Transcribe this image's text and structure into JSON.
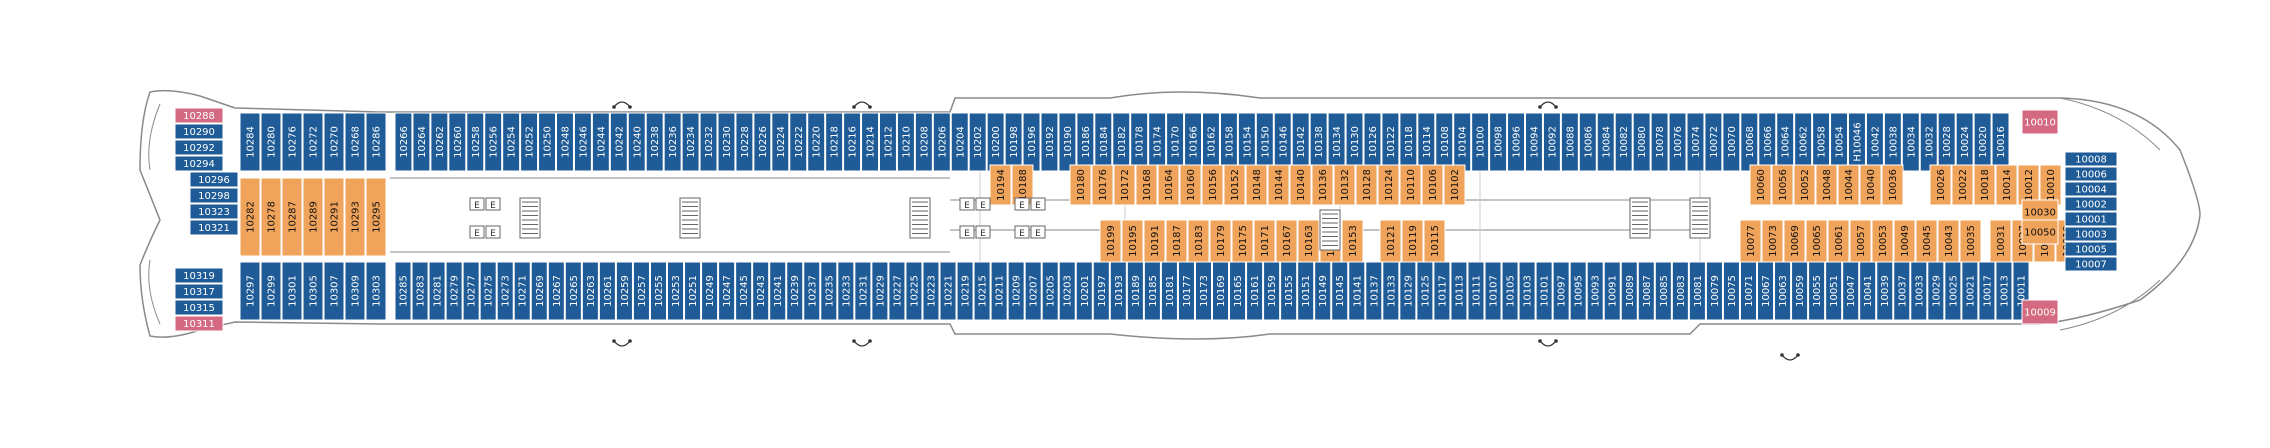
{
  "colors": {
    "hull": "#ffffff",
    "outline": "#8a8a8a",
    "cabin_blue": "#1f5b96",
    "cabin_orange": "#f0a35a",
    "cabin_pink": "#d46a82",
    "stairs": "#666666",
    "arrow": "#333333"
  },
  "icons": [
    "elevator-icon",
    "stairs-icon",
    "assembly-arrow-icon",
    "accessible-cabin-icon"
  ],
  "elevator_label": "E",
  "cabins": {
    "top_outer": [
      "10266",
      "10264",
      "10262",
      "10260",
      "10258",
      "10256",
      "10254",
      "10252",
      "10250",
      "10248",
      "10246",
      "10244",
      "10242",
      "10240",
      "10238",
      "10236",
      "10234",
      "10232",
      "10230",
      "10228",
      "10226",
      "10224",
      "10222",
      "10220",
      "10218",
      "10216",
      "10214",
      "10212",
      "10210",
      "10208",
      "10206",
      "10204",
      "10202",
      "10200",
      "10198",
      "10196",
      "10192",
      "10190",
      "10186",
      "10184",
      "10182",
      "10178",
      "10174",
      "10170",
      "10166",
      "10162",
      "10158",
      "10154",
      "10150",
      "10146",
      "10142",
      "10138",
      "10134",
      "10130",
      "10126",
      "10122",
      "10118",
      "10114",
      "10108",
      "10104",
      "10100",
      "10098",
      "10096",
      "10094",
      "10092",
      "10088",
      "10086",
      "10084",
      "10082",
      "10080",
      "10078",
      "10076",
      "10074",
      "10072",
      "10070",
      "10068",
      "10066",
      "10064",
      "10062",
      "10058",
      "10054",
      "H10046",
      "10042",
      "10038",
      "10034",
      "10032",
      "10028",
      "10024",
      "10020",
      "10016"
    ],
    "top_inner": [
      "10194",
      "10188",
      "10180",
      "10176",
      "10172",
      "10168",
      "10164",
      "10160",
      "10156",
      "10152",
      "10148",
      "10144",
      "10140",
      "10136",
      "10132",
      "10128",
      "10124",
      "10110",
      "10106",
      "10102",
      "10060",
      "10056",
      "10052",
      "10048",
      "10044",
      "10040",
      "10036",
      "10026",
      "10022",
      "10018",
      "10014",
      "10012",
      "10010"
    ],
    "bottom_inner": [
      "10199",
      "10195",
      "10191",
      "10187",
      "10183",
      "10179",
      "10175",
      "10171",
      "10167",
      "10163",
      "10157",
      "10153",
      "10121",
      "10119",
      "10115",
      "10077",
      "10073",
      "10069",
      "10065",
      "10061",
      "10057",
      "10053",
      "10049",
      "10045",
      "10043",
      "10035",
      "10031",
      "10027",
      "10023",
      "10019",
      "10015"
    ],
    "bottom_outer": [
      "10285",
      "10283",
      "10281",
      "10279",
      "10277",
      "10275",
      "10273",
      "10271",
      "10269",
      "10267",
      "10265",
      "10263",
      "10261",
      "10259",
      "10257",
      "10255",
      "10253",
      "10251",
      "10249",
      "10247",
      "10245",
      "10243",
      "10241",
      "10239",
      "10237",
      "10235",
      "10233",
      "10231",
      "10229",
      "10227",
      "10225",
      "10223",
      "10221",
      "10219",
      "10215",
      "10211",
      "10209",
      "10207",
      "10205",
      "10203",
      "10201",
      "10197",
      "10193",
      "10189",
      "10185",
      "10181",
      "10177",
      "10173",
      "10169",
      "10165",
      "10161",
      "10159",
      "10155",
      "10151",
      "10149",
      "10145",
      "10141",
      "10137",
      "10133",
      "10129",
      "10125",
      "10117",
      "10113",
      "10111",
      "10107",
      "10105",
      "10103",
      "10101",
      "10097",
      "10095",
      "10093",
      "10091",
      "10089",
      "10087",
      "10085",
      "10083",
      "10081",
      "10079",
      "10075",
      "10071",
      "10067",
      "10063",
      "10059",
      "10055",
      "10051",
      "10047",
      "10041",
      "10039",
      "10037",
      "10033",
      "10029",
      "10025",
      "10021",
      "10017",
      "10013",
      "10011"
    ],
    "aft_column_a": [
      "10284",
      "10280",
      "10276",
      "10272",
      "10270",
      "10268",
      "10286",
      "10282",
      "10278",
      "10287",
      "10289",
      "10291",
      "10293",
      "10295",
      "10297",
      "10299",
      "10301",
      "10305",
      "10307",
      "10309",
      "10303"
    ],
    "aft_stern_port": [
      "10288",
      "10290",
      "10292",
      "10294",
      "10296",
      "10298",
      "10323",
      "10321"
    ],
    "aft_stern_starboard": [
      "10319",
      "10317",
      "10315",
      "10311"
    ],
    "bow": [
      "10008",
      "10006",
      "10004",
      "10002",
      "10001",
      "10003",
      "10005",
      "10007",
      "10009",
      "10010",
      "10030",
      "10050"
    ]
  }
}
